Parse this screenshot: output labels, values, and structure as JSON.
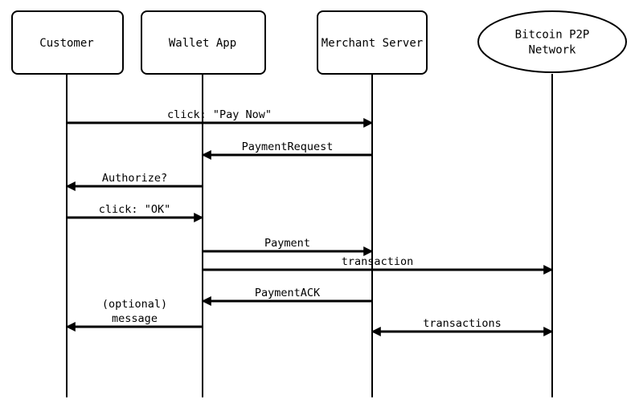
{
  "participants": [
    {
      "id": "customer",
      "label": [
        "Customer"
      ],
      "shape": "box"
    },
    {
      "id": "wallet",
      "label": [
        "Wallet App"
      ],
      "shape": "box"
    },
    {
      "id": "merchant",
      "label": [
        "Merchant Server"
      ],
      "shape": "box"
    },
    {
      "id": "network",
      "label": [
        "Bitcoin P2P",
        "Network"
      ],
      "shape": "ellipse"
    }
  ],
  "messages": [
    {
      "from": "customer",
      "to": "merchant",
      "label": [
        "click: \"Pay Now\""
      ]
    },
    {
      "from": "merchant",
      "to": "wallet",
      "label": [
        "PaymentRequest"
      ]
    },
    {
      "from": "wallet",
      "to": "customer",
      "label": [
        "Authorize?"
      ]
    },
    {
      "from": "customer",
      "to": "wallet",
      "label": [
        "click: \"OK\""
      ]
    },
    {
      "from": "wallet",
      "to": "merchant",
      "label": [
        "Payment"
      ]
    },
    {
      "from": "wallet",
      "to": "network",
      "label": [
        "transaction"
      ]
    },
    {
      "from": "merchant",
      "to": "wallet",
      "label": [
        "PaymentACK"
      ]
    },
    {
      "from": "wallet",
      "to": "customer",
      "label": [
        "(optional)",
        "message"
      ]
    },
    {
      "from": "merchant",
      "to": "network",
      "label": [
        "transactions"
      ],
      "bidirectional": true
    }
  ]
}
